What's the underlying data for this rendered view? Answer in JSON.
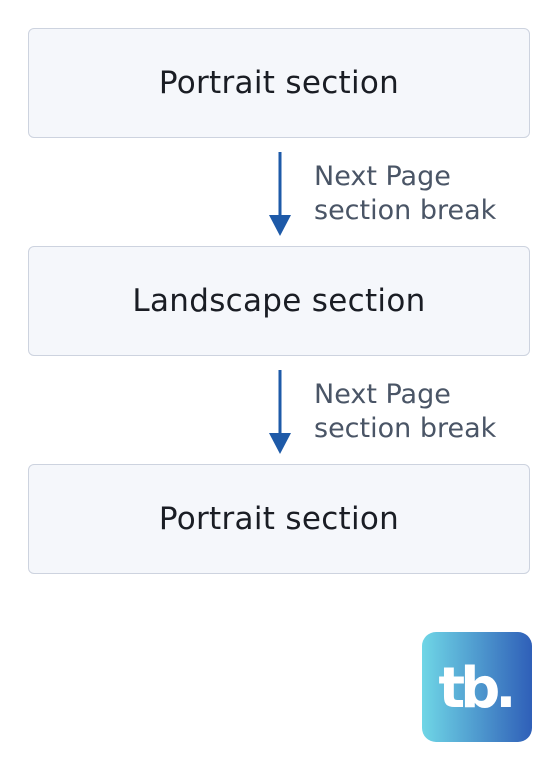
{
  "sections": [
    {
      "label": "Portrait section"
    },
    {
      "label": "Landscape section"
    },
    {
      "label": "Portrait section"
    }
  ],
  "breaks": [
    {
      "line1": "Next Page",
      "line2": "section break"
    },
    {
      "line1": "Next Page",
      "line2": "section break"
    }
  ],
  "logo": {
    "text": "tb.",
    "gradient_start": "#6fd6e6",
    "gradient_end": "#2f5fb8"
  },
  "colors": {
    "arrow": "#1e5aa8",
    "box_fill": "#f5f7fb",
    "box_border": "#cdd3df",
    "label_text": "#1a1d24",
    "break_text": "#4a5566"
  }
}
